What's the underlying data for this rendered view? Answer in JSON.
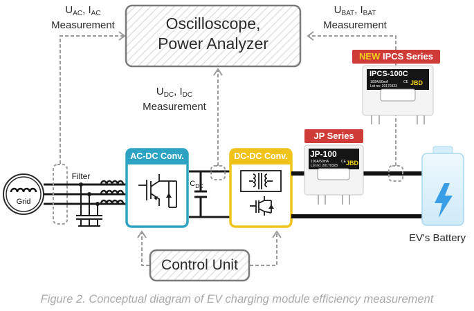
{
  "measurements": {
    "ac": {
      "sym_u": "U",
      "sub_u": "AC",
      "sep": ", ",
      "sym_i": "I",
      "sub_i": "AC",
      "word": "Measurement"
    },
    "dc": {
      "sym_u": "U",
      "sub_u": "DC",
      "sep": ", ",
      "sym_i": "I",
      "sub_i": "DC",
      "word": "Measurement"
    },
    "bat": {
      "sym_u": "U",
      "sub_u": "BAT",
      "sep": ", ",
      "sym_i": "I",
      "sub_i": "BAT",
      "word": "Measurement"
    }
  },
  "oscilloscope": {
    "line1": "Oscilloscope,",
    "line2": "Power Analyzer"
  },
  "control_unit": "Control Unit",
  "grid_label": "Grid",
  "filter_label": "Filter",
  "capacitor": {
    "sym": "C",
    "sub": "DC"
  },
  "ac_dc_title": "AC-DC Conv.",
  "dc_dc_title": "DC-DC Conv.",
  "jp_series": {
    "banner": "JP Series",
    "model": "JP-100",
    "line1": "100A/50mA",
    "line2": "Lot no: 20170323",
    "ce": "CE",
    "brand": "JBD"
  },
  "ipcs_series": {
    "banner_new": "NEW",
    "banner_rest": " IPCS Series",
    "model": "IPCS-100C",
    "line1": "100A/50mA",
    "line2": "Lot no: 20170323",
    "ce": "CE",
    "brand": "JBD"
  },
  "battery_label": "EV's Battery",
  "caption": "Figure 2. Conceptual diagram of EV charging module efficiency measurement",
  "colors": {
    "ac_dc": "#2da3c4",
    "dc_dc": "#f0c31a",
    "banner_red": "#cf3c38",
    "new_yellow": "#f3d21a",
    "battery_blue": "#3a9ee6",
    "dashed": "#9a9a9a",
    "wire": "#1a1a1a"
  }
}
